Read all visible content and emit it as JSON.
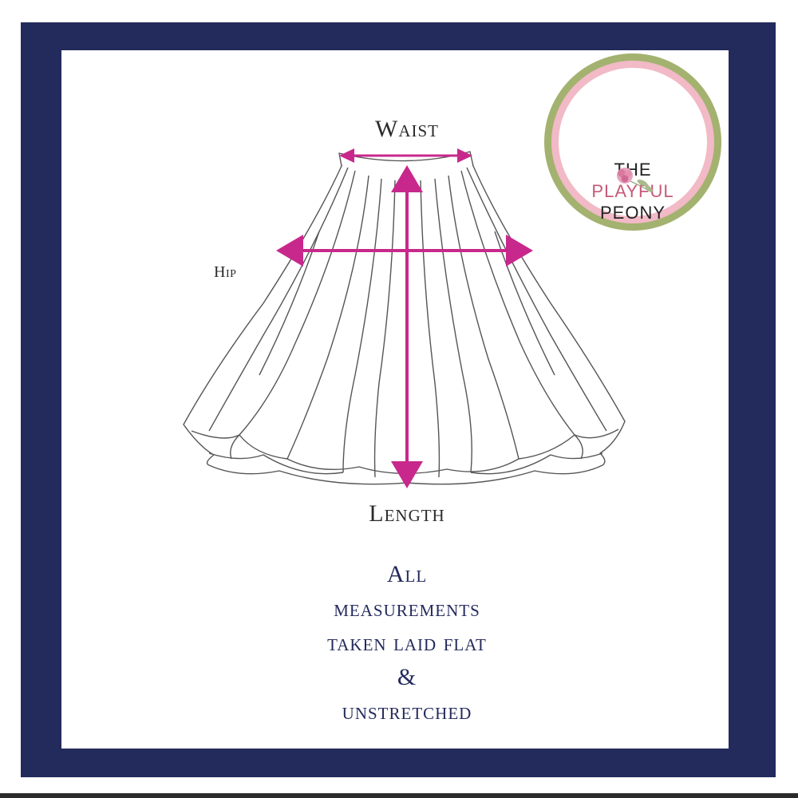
{
  "diagram": {
    "labels": {
      "waist": "Waist",
      "hip": "Hip",
      "length": "Length"
    },
    "note_lines": [
      "All",
      "measurements",
      "taken laid flat",
      "&",
      "unstretched"
    ]
  },
  "logo": {
    "line1": "THE",
    "line2": "PLAYFUL",
    "line3": "PEONY",
    "icon": "peony-flower-icon"
  },
  "colors": {
    "frame": "#232a5c",
    "arrow": "#c8288c",
    "note_text": "#232a5c",
    "logo_outer": "#a3b26f",
    "logo_inner": "#f2b9c6",
    "logo_accent_text": "#c65a79"
  }
}
